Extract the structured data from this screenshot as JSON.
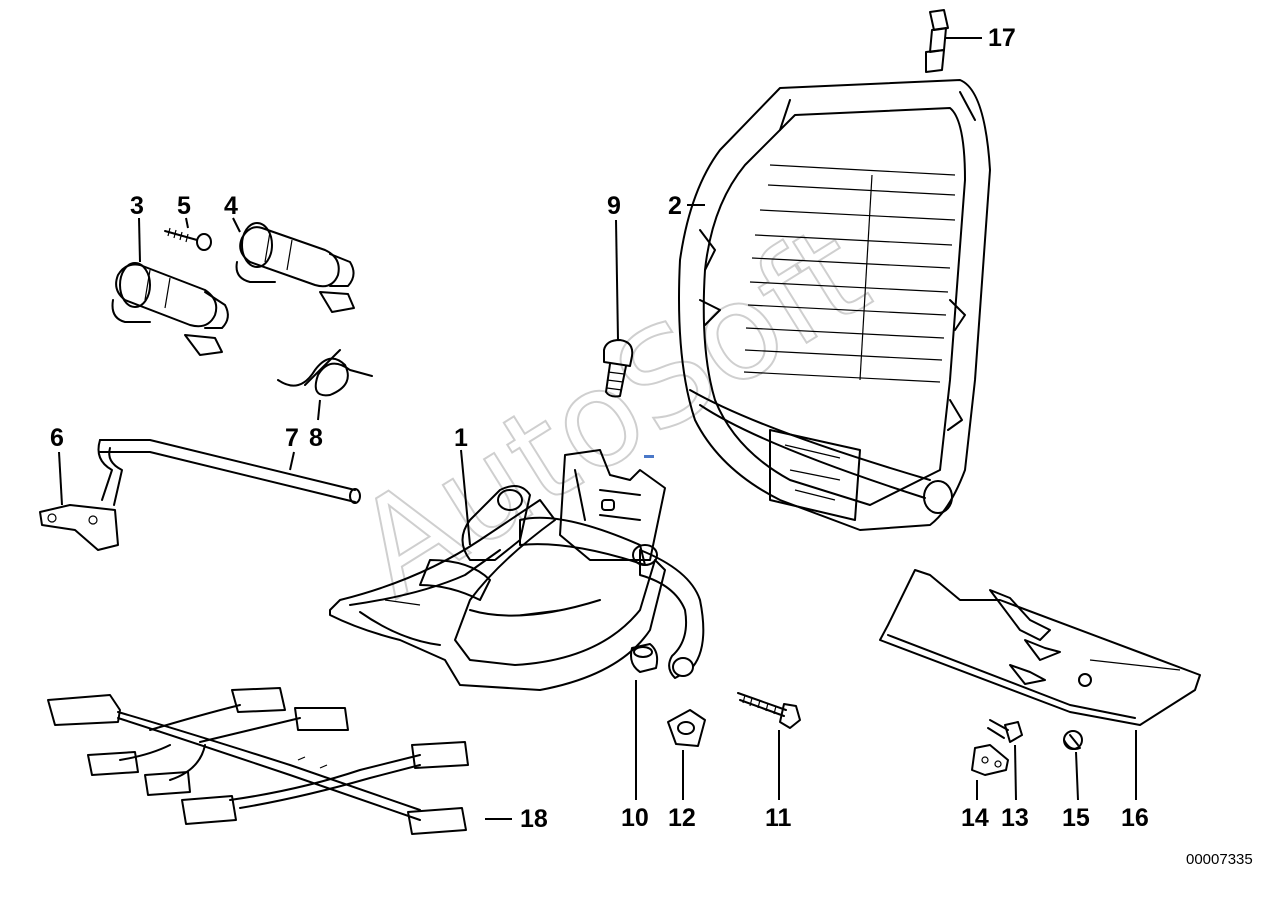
{
  "diagram": {
    "watermark": "AutoSoft",
    "document_number": "00007335",
    "callouts": [
      "1",
      "2",
      "3",
      "4",
      "5",
      "6",
      "7",
      "8",
      "9",
      "10",
      "11",
      "12",
      "13",
      "14",
      "15",
      "16",
      "17",
      "18"
    ]
  }
}
